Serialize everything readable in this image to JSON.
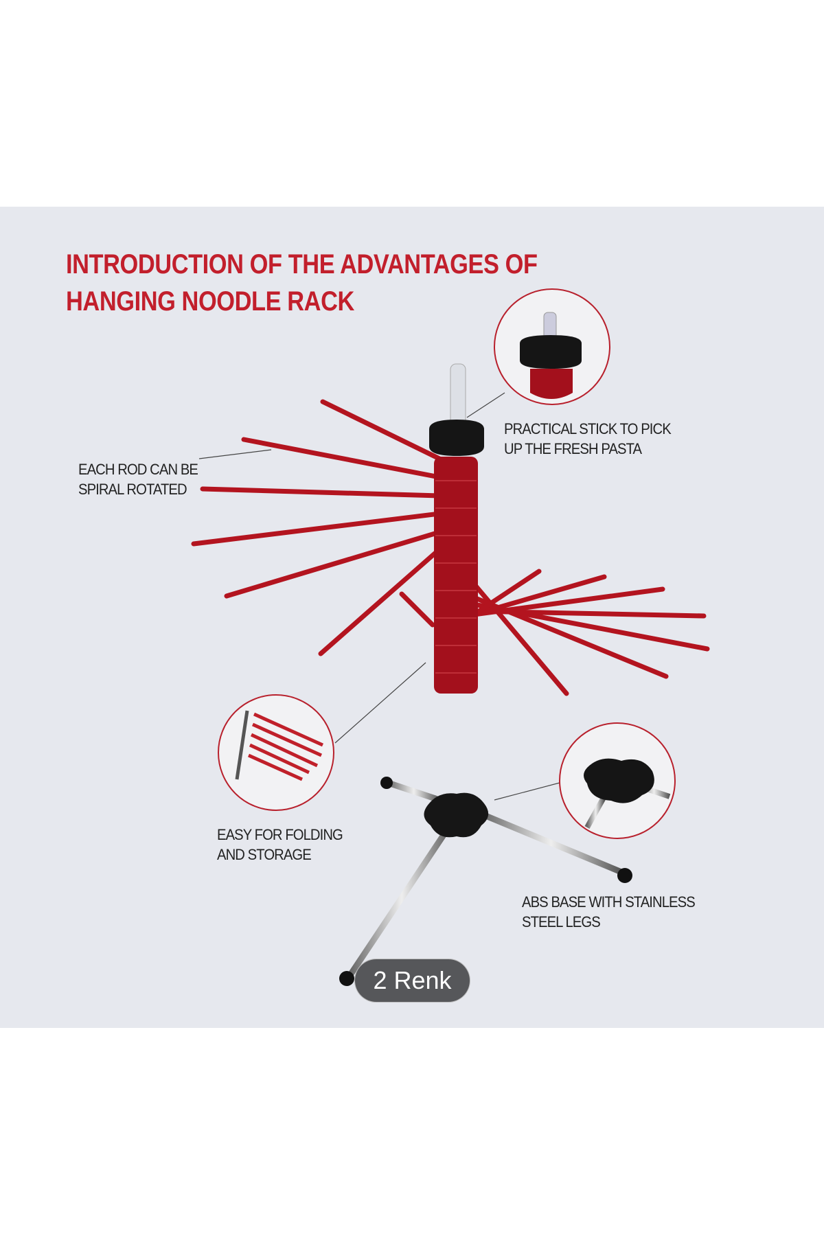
{
  "title": {
    "line1": "INTRODUCTION OF THE ADVANTAGES OF",
    "line2": "HANGING NOODLE RACK"
  },
  "features": [
    {
      "line1": "PRACTICAL STICK TO PICK",
      "line2": "UP THE FRESH PASTA"
    },
    {
      "line1": "EACH ROD CAN BE",
      "line2": "SPIRAL ROTATED"
    },
    {
      "line1": "EASY FOR FOLDING",
      "line2": "AND STORAGE"
    },
    {
      "line1": "ABS BASE WITH STAINLESS",
      "line2": "STEEL LEGS"
    }
  ],
  "badge": {
    "label": "2 Renk"
  },
  "colors": {
    "accent": "#c21f2c",
    "rod": "#b3141f",
    "panel": "#e6e8ee"
  }
}
